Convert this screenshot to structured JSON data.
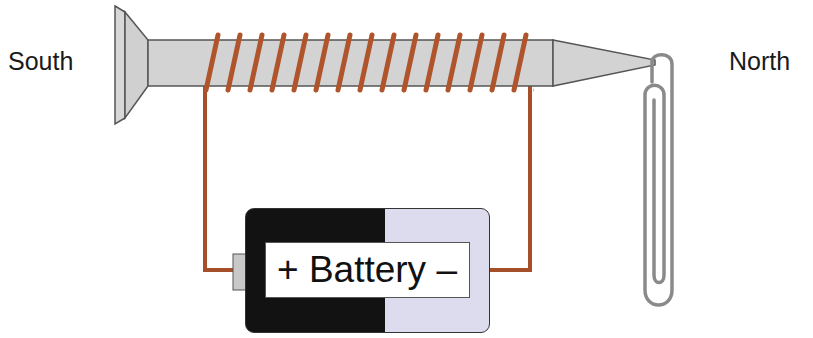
{
  "diagram": {
    "nodes": [
      {
        "text": [
          "+ Battery –"
        ]
      }
    ],
    "labels": [
      "South",
      "North"
    ]
  }
}
